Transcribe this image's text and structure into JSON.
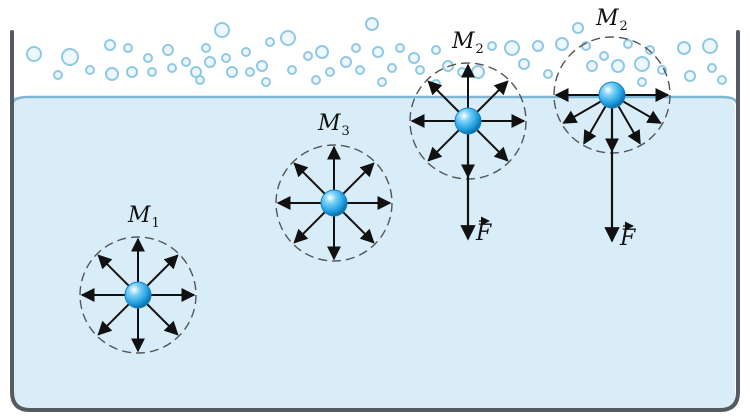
{
  "diagram": {
    "molecules": [
      {
        "id": "M1",
        "name": "M",
        "sub": "1",
        "surface": false
      },
      {
        "id": "M3",
        "name": "M",
        "sub": "3",
        "surface": false
      },
      {
        "id": "M2a",
        "name": "M",
        "sub": "2",
        "surface": true,
        "force": "F"
      },
      {
        "id": "M2b",
        "name": "M",
        "sub": "2",
        "surface": true,
        "force": "F"
      }
    ],
    "colors": {
      "liquid": "#d8edf8",
      "vessel": "#555a60",
      "surface_line": "#7fb6d6",
      "bubble": "#8fc9e6",
      "molecule": "#2aa6e6",
      "sphere_outline": "#555555"
    }
  }
}
